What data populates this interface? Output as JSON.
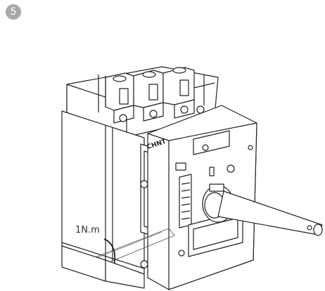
{
  "step": {
    "number": "5"
  },
  "annotation": {
    "torque": "1N.m"
  },
  "device": {
    "brand": "CHNT"
  },
  "colors": {
    "badge": "#a8a8a8",
    "line": "#222222",
    "fill": "#ffffff"
  }
}
